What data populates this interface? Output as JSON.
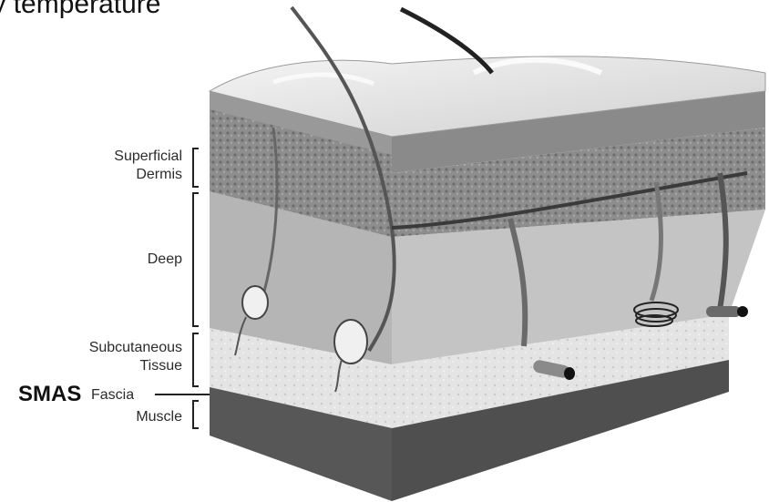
{
  "header": {
    "title": "ody temperature"
  },
  "labels": {
    "superficial_line1": "Superficial",
    "superficial_line2": "Dermis",
    "deep": "Deep",
    "subcutaneous_line1": "Subcutaneous",
    "subcutaneous_line2": "Tissue",
    "smas": "SMAS",
    "fascia": "Fascia",
    "muscle": "Muscle"
  },
  "colors": {
    "epidermis": "#e6e6e6",
    "dermis": "#8a8a8a",
    "deep_dermis": "#b8b8b8",
    "subcutaneous": "#dcdcdc",
    "muscle": "#5a5a5a"
  }
}
